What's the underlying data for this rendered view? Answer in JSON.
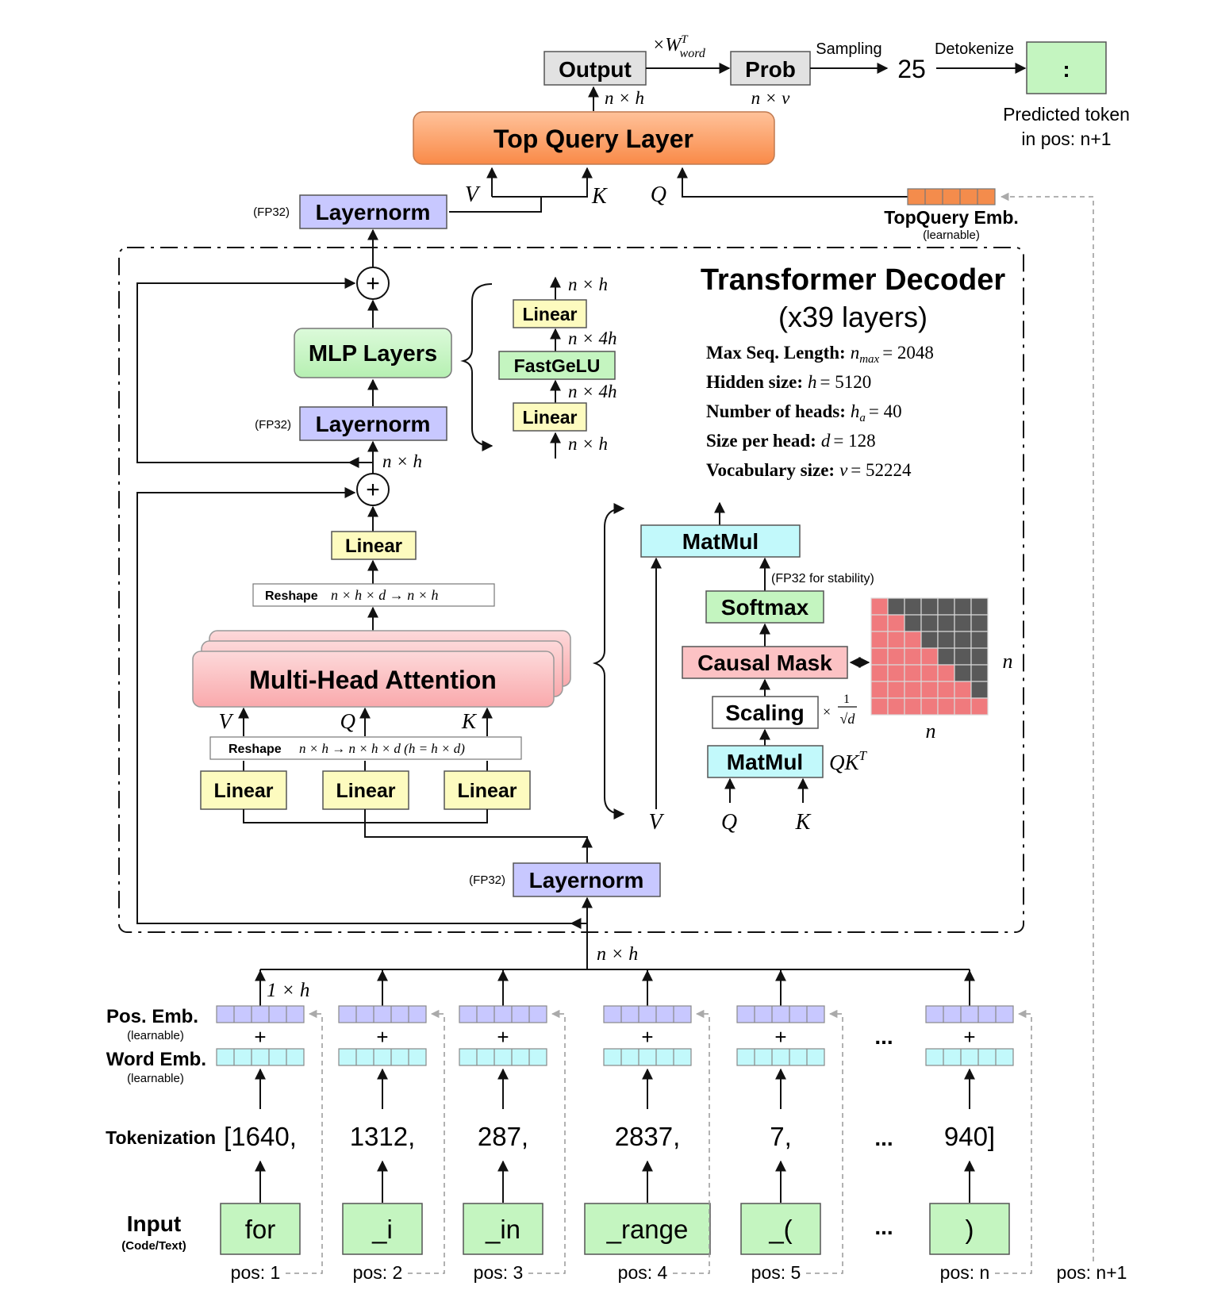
{
  "top": {
    "output": "Output",
    "prob": "Prob",
    "w_word": "×W",
    "w_sup": "T",
    "w_sub": "word",
    "sampling": "Sampling",
    "detokenize": "Detokenize",
    "sampled_id": "25",
    "predicted_char": ":",
    "predicted_line1": "Predicted token",
    "predicted_line2": "in pos: n+1",
    "dim_out": "n × h",
    "dim_prob": "n × v",
    "top_query_layer": "Top Query Layer",
    "v": "V",
    "k": "K",
    "q": "Q",
    "topquery_emb": "TopQuery Emb.",
    "learnable": "(learnable)",
    "fp32": "(FP32)",
    "layernorm": "Layernorm"
  },
  "decoder": {
    "title": "Transformer Decoder",
    "subtitle": "(x39 layers)",
    "params": [
      {
        "label": "Max Seq. Length:",
        "sym": "n",
        "sub": "max",
        "value": "= 2048"
      },
      {
        "label": "Hidden size:",
        "sym": "h",
        "sub": "",
        "value": "= 5120"
      },
      {
        "label": "Number of heads:",
        "sym": "h",
        "sub": "a",
        "value": "= 40"
      },
      {
        "label": "Size per head:",
        "sym": "d",
        "sub": "",
        "value": "= 128"
      },
      {
        "label": "Vocabulary size:",
        "sym": "v",
        "sub": "",
        "value": "= 52224"
      }
    ],
    "mlp_layers": "MLP Layers",
    "linear": "Linear",
    "fastgelu": "FastGeLU",
    "dim_nh": "n × h",
    "dim_n4h": "n × 4h",
    "reshape": "Reshape",
    "reshape_top_formula": "n × h  × d → n × h",
    "reshape_bottom_formula": "n × h → n × h  × d (h = h  × d)",
    "mha": "Multi-Head Attention",
    "matmul": "MatMul",
    "softmax": "Softmax",
    "fp32_stability": "(FP32 for stability)",
    "causal_mask": "Causal Mask",
    "scaling": "Scaling",
    "qkt": "QK",
    "qkt_sup": "T",
    "scale_x": "×",
    "scale_num": "1",
    "scale_den": "√d",
    "mask_n": "n"
  },
  "embeddings": {
    "dim_nh": "n × h",
    "dim_1h": "1 × h",
    "pos_emb": "Pos. Emb.",
    "word_emb": "Word Emb.",
    "learnable": "(learnable)",
    "plus": "+",
    "ellipsis": "...",
    "tokenization": "Tokenization",
    "tokens": [
      {
        "id": "[1640,",
        "text": "for",
        "pos": "pos: 1"
      },
      {
        "id": "1312,",
        "text": "_i",
        "pos": "pos: 2"
      },
      {
        "id": "287,",
        "text": "_in",
        "pos": "pos: 3"
      },
      {
        "id": "2837,",
        "text": "_range",
        "pos": "pos: 4"
      },
      {
        "id": "7,",
        "text": "_(",
        "pos": "pos: 5"
      },
      {
        "id": "940]",
        "text": ")",
        "pos": "pos: n"
      }
    ],
    "next_pos": "pos: n+1",
    "input": "Input",
    "input_sub": "(Code/Text)"
  },
  "colors": {
    "orange": "#f9a46a",
    "purple": "#c8c8ff",
    "green": "#c4f5c0",
    "yellow": "#fdfbbf",
    "cyan": "#c2f9fb",
    "pink": "#fcc2c4",
    "gray": "#e2e2e2",
    "mask_red": "#f07a7d",
    "mask_dark": "#595959"
  }
}
